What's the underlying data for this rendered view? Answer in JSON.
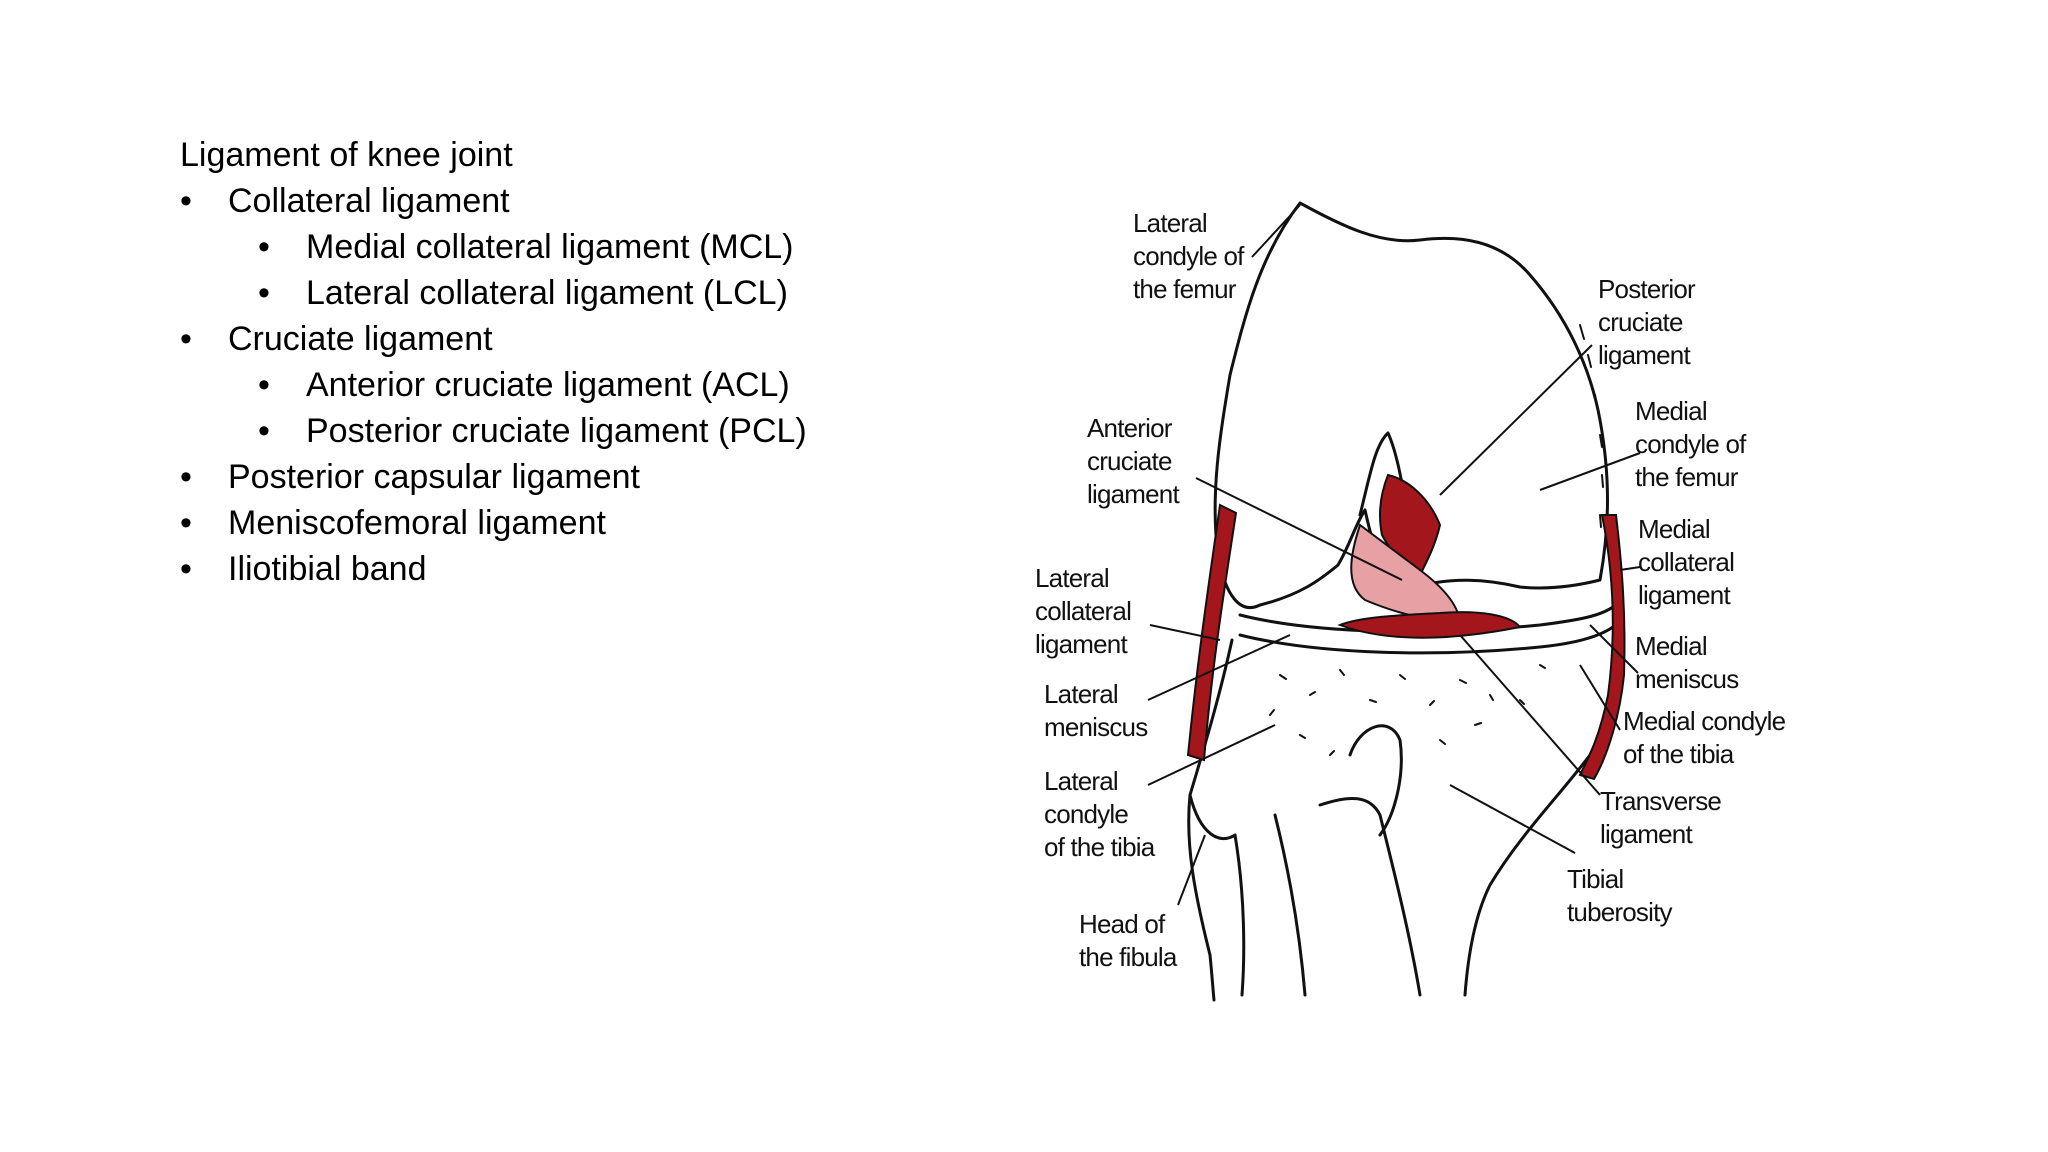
{
  "slide": {
    "title": "Ligament of knee joint",
    "bullets": [
      {
        "label": "Collateral ligament",
        "children": [
          "Medial collateral ligament (MCL)",
          "Lateral collateral ligament (LCL)"
        ]
      },
      {
        "label": "Cruciate ligament",
        "children": [
          "Anterior cruciate ligament (ACL)",
          "Posterior cruciate ligament (PCL)"
        ]
      },
      {
        "label": "Posterior capsular ligament",
        "children": []
      },
      {
        "label": "Meniscofemoral ligament",
        "children": []
      },
      {
        "label": "Iliotibial band",
        "children": []
      }
    ]
  },
  "diagram": {
    "labels": {
      "lateral_condyle_femur": "Lateral\ncondyle of\nthe femur",
      "posterior_cruciate": "Posterior\ncruciate\nligament",
      "anterior_cruciate": "Anterior\ncruciate\nligament",
      "medial_condyle_femur": "Medial\ncondyle of\nthe femur",
      "medial_collateral": "Medial\ncollateral\nligament",
      "lateral_collateral": "Lateral\ncollateral\nligament",
      "medial_meniscus": "Medial\nmeniscus",
      "lateral_meniscus": "Lateral\nmeniscus",
      "medial_condyle_tibia": "Medial condyle\nof the tibia",
      "lateral_condyle_tibia": "Lateral\ncondyle\nof the tibia",
      "transverse_ligament": "Transverse\nligament",
      "tibial_tuberosity": "Tibial\ntuberosity",
      "head_fibula": "Head of\nthe fibula"
    },
    "colors": {
      "ligament": "#a3161c",
      "ligament_light": "#e7a0a3",
      "outline": "#111111"
    }
  }
}
